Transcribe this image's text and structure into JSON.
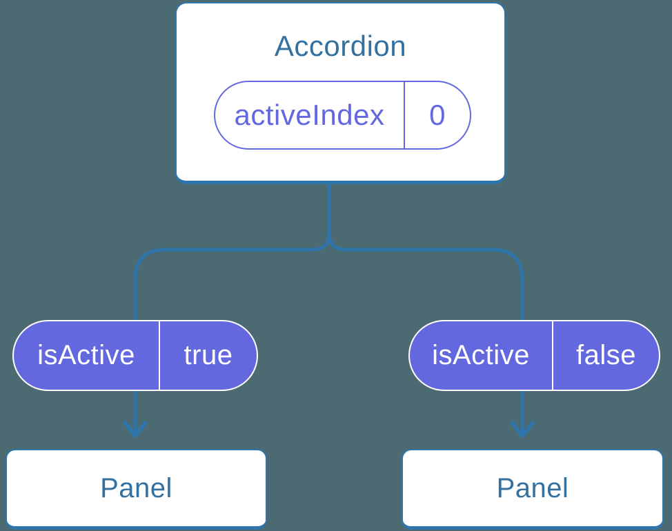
{
  "colors": {
    "background": "#4C6A72",
    "node_fill": "#FFFFFF",
    "line_blue": "#2E75AC",
    "text_blue": "#35719F",
    "purple": "#6468DF",
    "pill_text": "#FFFFFF"
  },
  "root": {
    "title": "Accordion",
    "state": {
      "name": "activeIndex",
      "value": "0"
    }
  },
  "children": [
    {
      "prop": {
        "name": "isActive",
        "value": "true"
      },
      "label": "Panel"
    },
    {
      "prop": {
        "name": "isActive",
        "value": "false"
      },
      "label": "Panel"
    }
  ]
}
